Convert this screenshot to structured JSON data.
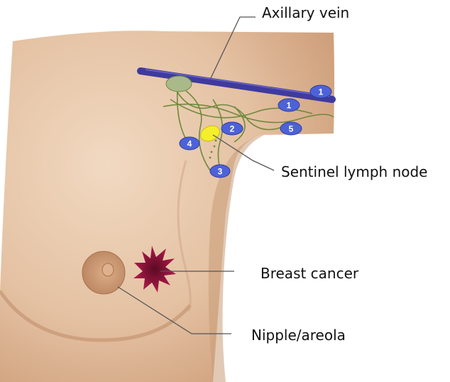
{
  "labels": {
    "axillary_vein": "Axillary vein",
    "sentinel_node": "Sentinel lymph node",
    "breast_cancer": "Breast cancer",
    "nipple_areola": "Nipple/areola"
  },
  "node_numbers": {
    "n1a": "1",
    "n1b": "1",
    "n2": "2",
    "n3": "3",
    "n4": "4",
    "n5": "5"
  },
  "colors": {
    "skin": "#e7c7a9",
    "skin_shadow": "#c99c78",
    "vein": "#3f3a9e",
    "lymph_node": "#4d62d8",
    "sentinel_node": "#f4ef2a",
    "tumor": "#a21540",
    "areola": "#c9956f",
    "lymph_vessel": "#6f8a3c",
    "leader_line": "#555555"
  }
}
